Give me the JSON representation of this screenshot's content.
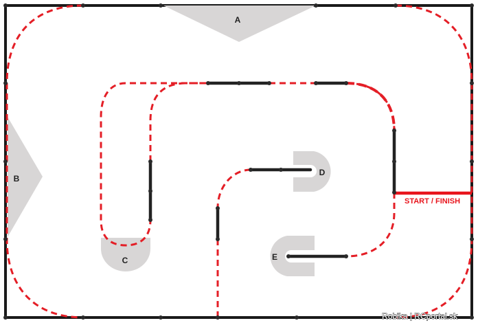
{
  "zones": {
    "a": "A",
    "b": "B",
    "c": "C",
    "d": "D",
    "e": "E"
  },
  "start_finish_label": "START / FINISH",
  "credit": "Robika | RCportal.sk",
  "colors": {
    "border": "#1a1a1a",
    "track_dash": "#e41e26",
    "straight": "#222222",
    "node": "#2a2a2a",
    "zone_fill": "#d8d6d6",
    "start_line": "#e8141c"
  }
}
